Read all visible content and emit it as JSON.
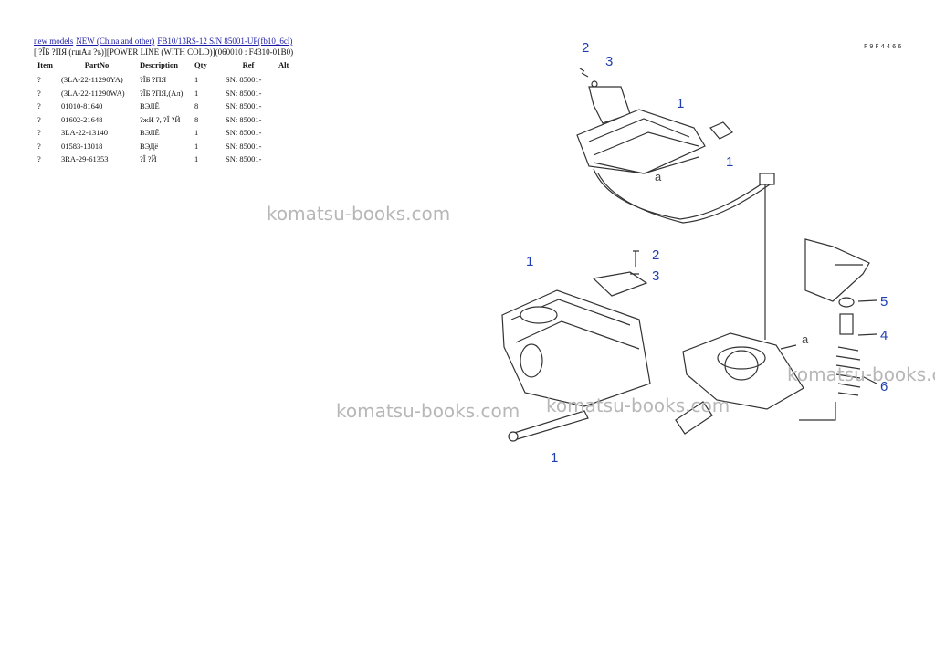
{
  "breadcrumb": [
    {
      "label": "new models"
    },
    {
      "label": "NEW (China and other)"
    },
    {
      "label": "FB10/13RS-12 S/N 85001-UP(fb10_6cl)"
    }
  ],
  "page_title": "[ ?ÎБ ?ПЯ (гшАл ?ъ)][POWER LINE (WITH COLD)](060010 : F4310-01B0)",
  "table": {
    "headers": [
      "Item",
      "PartNo",
      "Description",
      "Qty",
      "Ref",
      "Alt"
    ],
    "rows": [
      [
        "?",
        "(3LA-22-11290YA)",
        "?ÎБ ?ПЯ",
        "1",
        "SN: 85001-",
        ""
      ],
      [
        "?",
        "(3LA-22-11290WA)",
        "?ÎБ ?ПЯ,(Ал)",
        "1",
        "SN: 85001-",
        ""
      ],
      [
        "?",
        "01010-81640",
        "ВЭЛЁ",
        "8",
        "SN: 85001-",
        ""
      ],
      [
        "?",
        "01602-21648",
        "?жИ ?, ?Î ?Й",
        "8",
        "SN: 85001-",
        ""
      ],
      [
        "?",
        "3LA-22-13140",
        "ВЭЛЁ",
        "1",
        "SN: 85001-",
        ""
      ],
      [
        "?",
        "01583-13018",
        "ВЭДё",
        "1",
        "SN: 85001-",
        ""
      ],
      [
        "?",
        "3RA-29-61353",
        "?Î ?Й",
        "1",
        "SN: 85001-",
        ""
      ]
    ]
  },
  "drawing_code": "P9F4466",
  "watermark": "komatsu-books.com",
  "callouts": {
    "c_2a": "2",
    "c_3a": "3",
    "c_1a": "1",
    "c_1b": "1",
    "c_aa": "a",
    "c_2b": "2",
    "c_3b": "3",
    "c_1c": "1",
    "c_1d": "1",
    "c_ab": "a",
    "c_5": "5",
    "c_4": "4",
    "c_6": "6"
  },
  "colors": {
    "link": "#1a1aa6",
    "callout": "#1f3fb0",
    "watermark": "#b7b7b7"
  }
}
